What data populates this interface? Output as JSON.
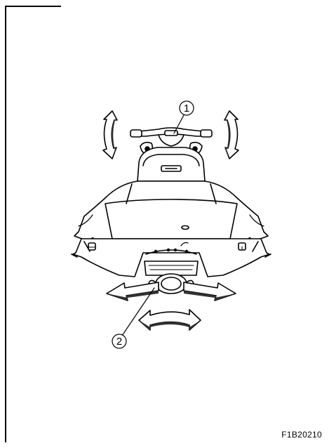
{
  "figure": {
    "code": "F1B20210",
    "callouts": [
      {
        "number": "1"
      },
      {
        "number": "2"
      }
    ]
  }
}
